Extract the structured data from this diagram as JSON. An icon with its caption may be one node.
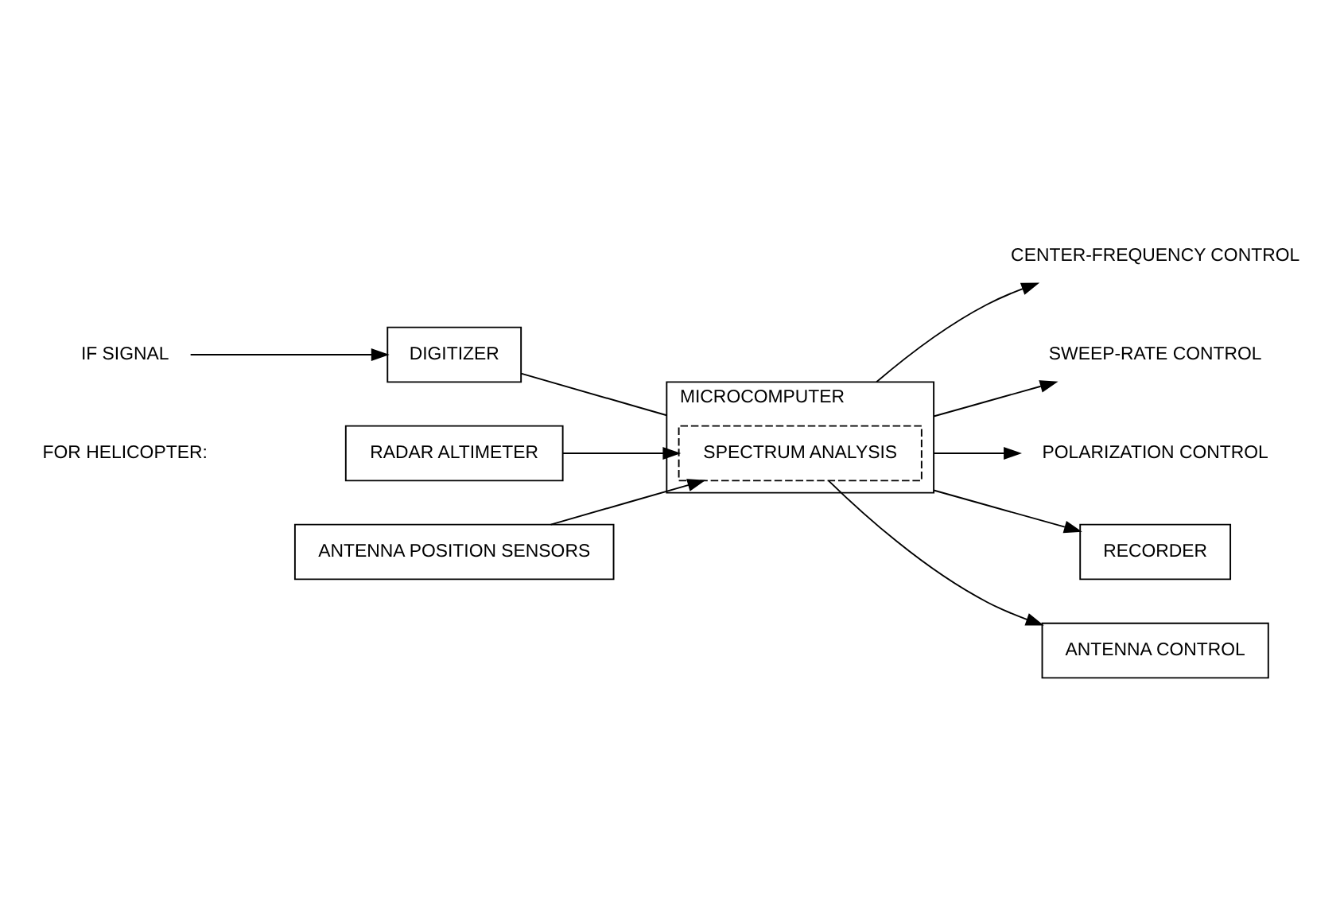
{
  "diagram": {
    "nodes": [
      {
        "text": [
          "IF SIGNAL"
        ]
      },
      {
        "text": [
          "DIGITIZER"
        ]
      },
      {
        "text": [
          "MICROCOMPUTER"
        ]
      },
      {
        "text": [
          "SPECTRUM ANALYSIS"
        ],
        "in": 2
      },
      {
        "text": [
          "CENTER-FREQUENCY CONTROL"
        ]
      },
      {
        "text": [
          "SWEEP-RATE CONTROL"
        ]
      },
      {
        "text": [
          "POLARIZATION CONTROL"
        ]
      },
      {
        "text": [
          "RECORDER"
        ]
      },
      {
        "text": [
          "RADAR ALTIMETER"
        ]
      },
      {
        "text": [
          "ANTENNA CONTROL"
        ]
      },
      {
        "text": [
          "ANTENNA POSITION SENSORS"
        ]
      }
    ],
    "edges": [
      {
        "from": 0,
        "to": 1,
        "arrow": "to"
      },
      {
        "from": 1,
        "to": 2,
        "arrow": "none"
      },
      {
        "from": 2,
        "to": 4,
        "arrow": "to"
      },
      {
        "from": 2,
        "to": 5,
        "arrow": "to"
      },
      {
        "from": 2,
        "to": 6,
        "arrow": "to"
      },
      {
        "from": 2,
        "to": 7,
        "arrow": "to"
      },
      {
        "from": 8,
        "to": 3,
        "arrow": "to"
      },
      {
        "from": 3,
        "to": 9,
        "arrow": "to"
      },
      {
        "from": 10,
        "to": 3,
        "arrow": "to"
      }
    ],
    "labels": [
      "FOR HELICOPTER:"
    ]
  }
}
